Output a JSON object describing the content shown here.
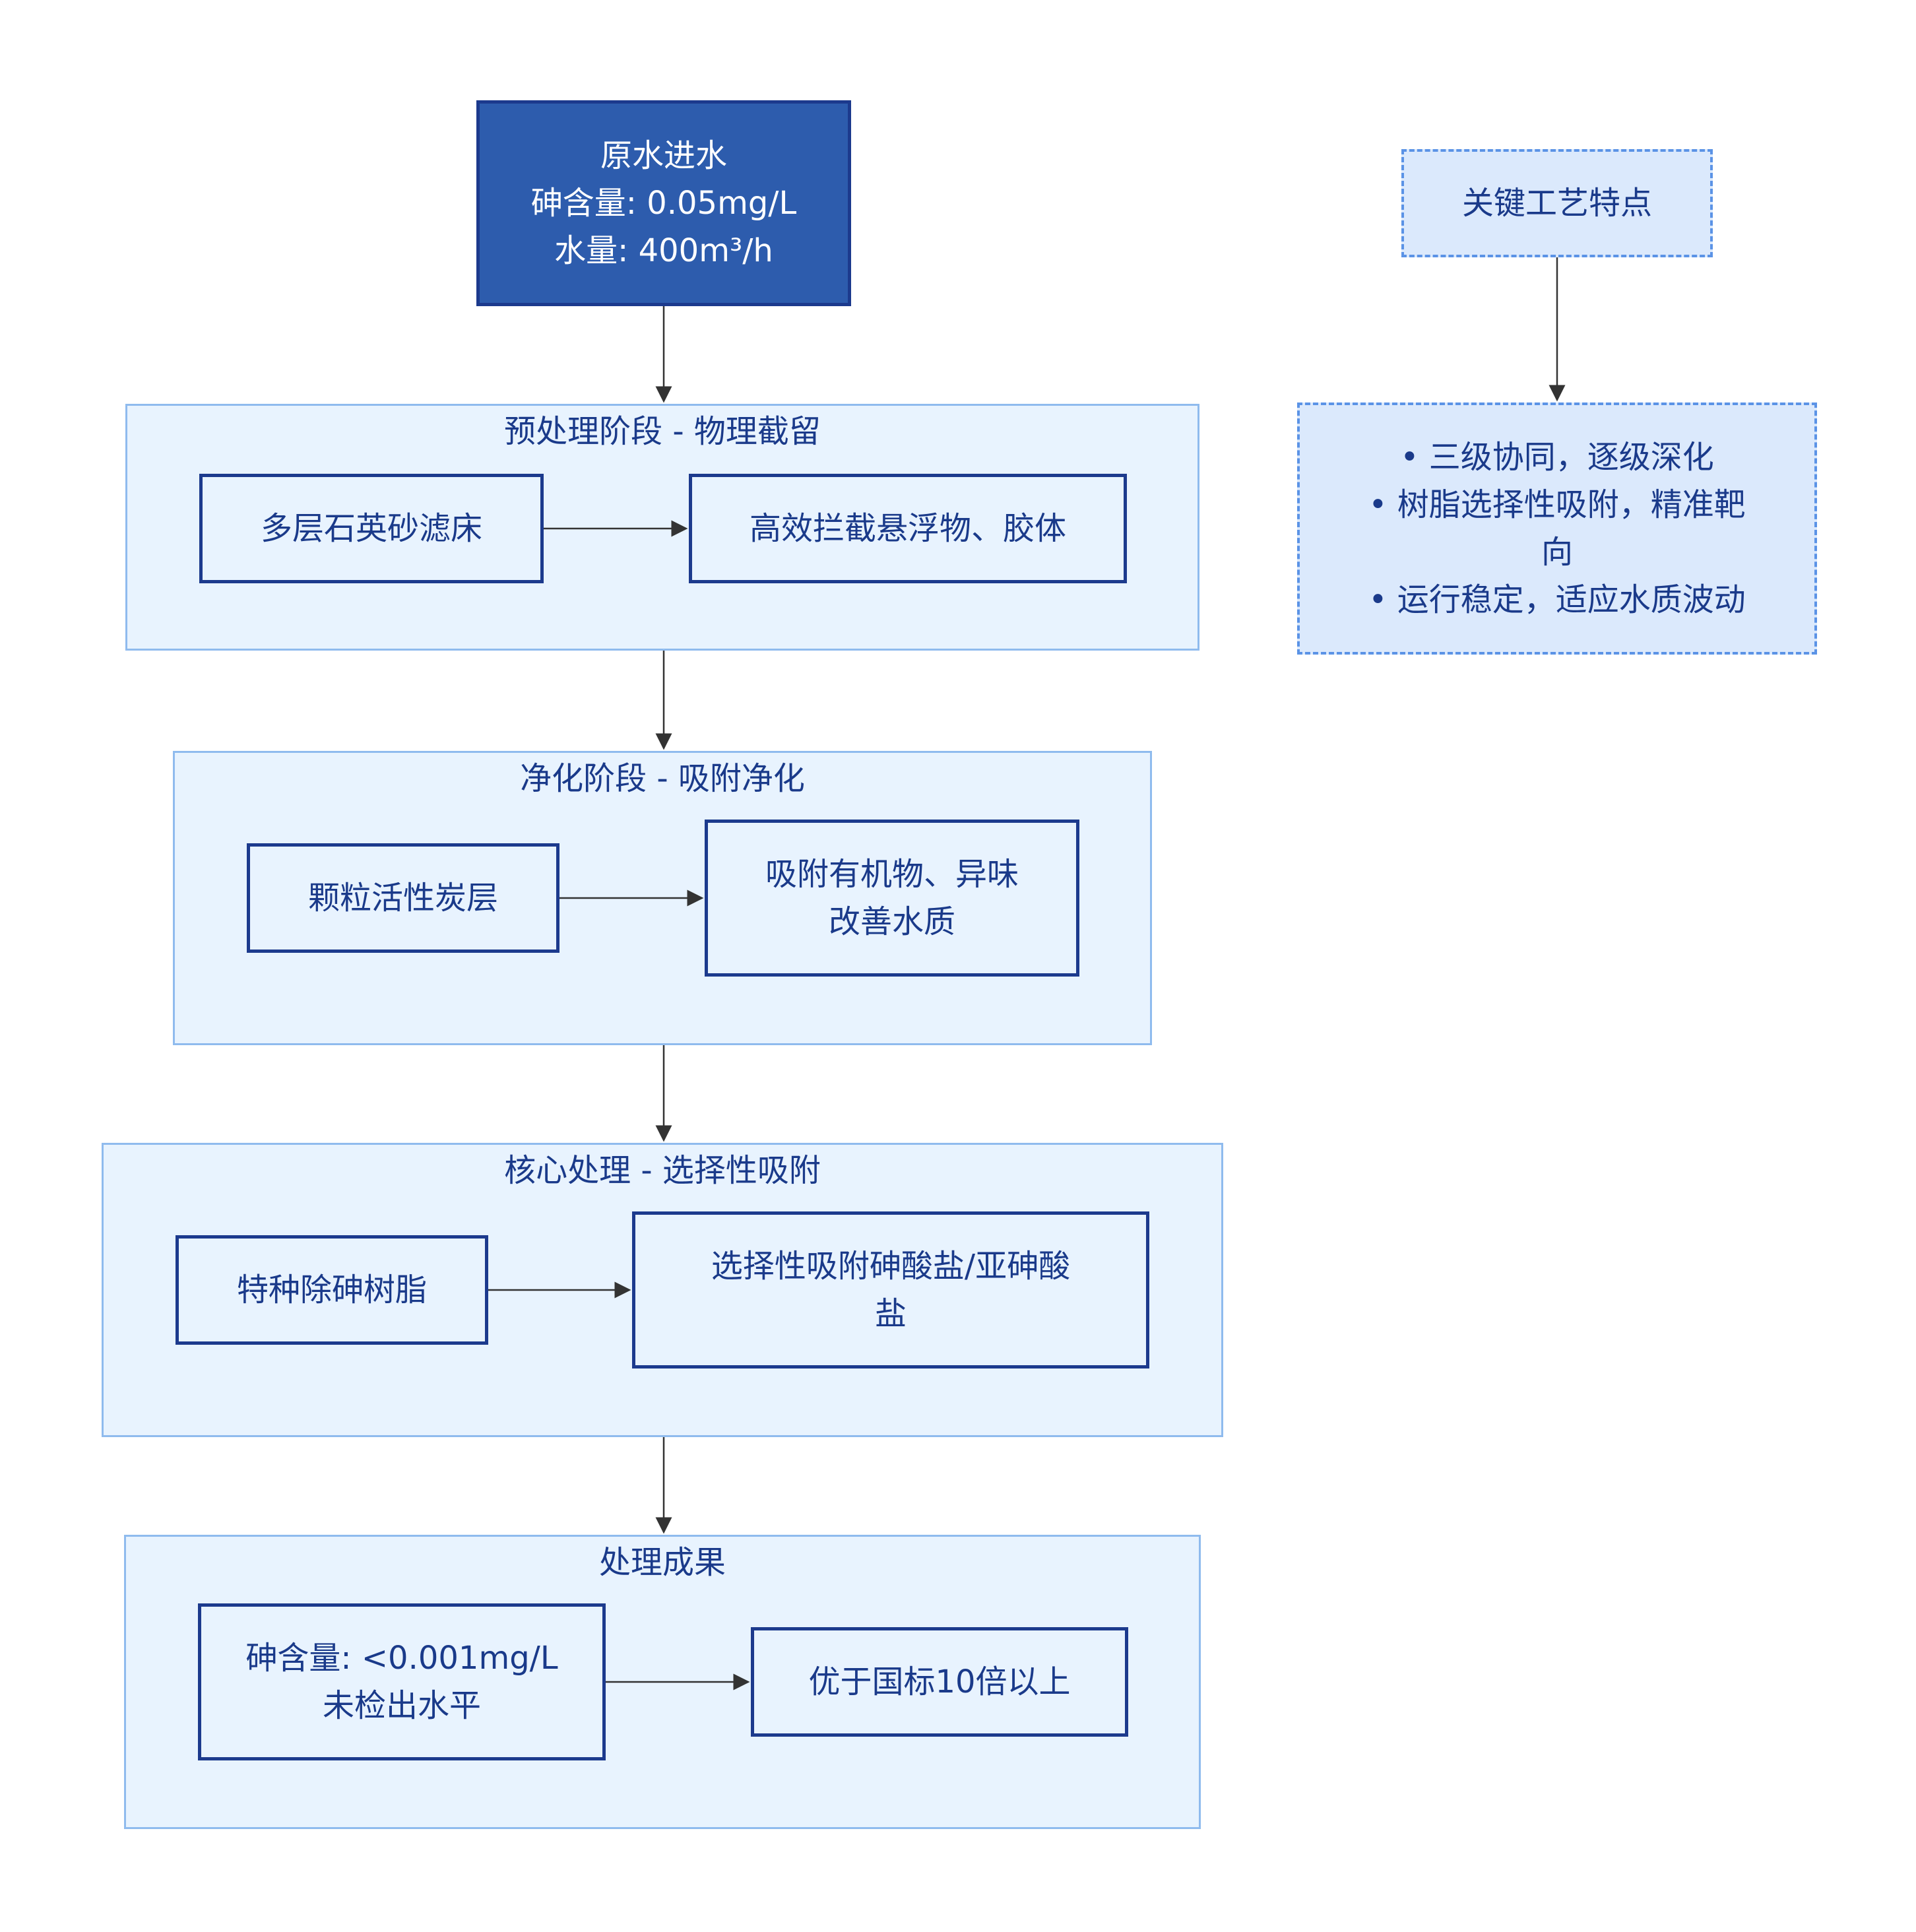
{
  "source": {
    "lines": [
      "原水进水",
      "砷含量: 0.05mg/L",
      "水量: 400m³/h"
    ]
  },
  "stages": [
    {
      "title": "预处理阶段 - 物理截留",
      "process": [
        "多层石英砂滤床"
      ],
      "effect": [
        "高效拦截悬浮物、胶体"
      ]
    },
    {
      "title": "净化阶段 - 吸附净化",
      "process": [
        "颗粒活性炭层"
      ],
      "effect": [
        "吸附有机物、异味",
        "改善水质"
      ]
    },
    {
      "title": "核心处理 - 选择性吸附",
      "process": [
        "特种除砷树脂"
      ],
      "effect": [
        "选择性吸附砷酸盐/亚砷酸",
        "盐"
      ]
    },
    {
      "title": "处理成果",
      "process": [
        "砷含量: <0.001mg/L",
        "未检出水平"
      ],
      "effect": [
        "优于国标10倍以上"
      ]
    }
  ],
  "features": {
    "title": "关键工艺特点",
    "items": [
      "• 三级协同，逐级深化",
      "• 树脂选择性吸附，精准靶",
      "向",
      "• 运行稳定，适应水质波动"
    ]
  },
  "colors": {
    "source_fill": "#2d5cad",
    "node_border": "#1c3a8d",
    "stage_fill": "#e8f3fe",
    "stage_border": "#8fbbee",
    "features_fill": "#dbe9fc",
    "features_border": "#5b93e6",
    "arrow": "#333333",
    "text": "#1a3a8a"
  }
}
